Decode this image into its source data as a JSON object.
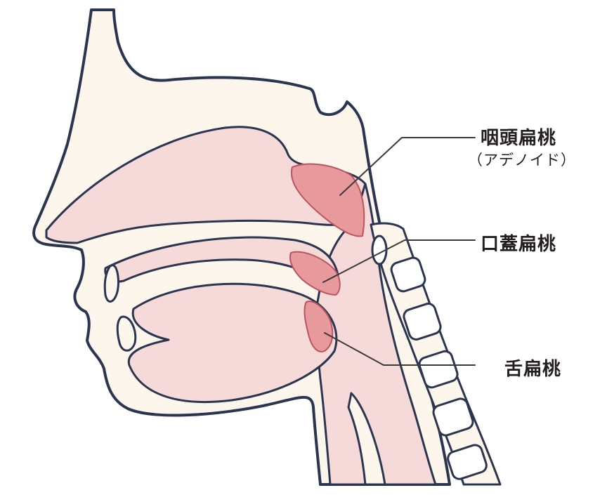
{
  "labels": {
    "pharyngeal_tonsil": "咽頭扁桃",
    "pharyngeal_tonsil_alt": "（アデノイド）",
    "palatine_tonsil": "口蓋扁桃",
    "lingual_tonsil": "舌扁桃"
  },
  "colors": {
    "outline": "#2b3550",
    "skin": "#fcf6ec",
    "cavity": "#f6dada",
    "tonsil": "#e8999b",
    "tonsil_stroke": "#b85560",
    "leader_line": "#3a3a3a"
  }
}
